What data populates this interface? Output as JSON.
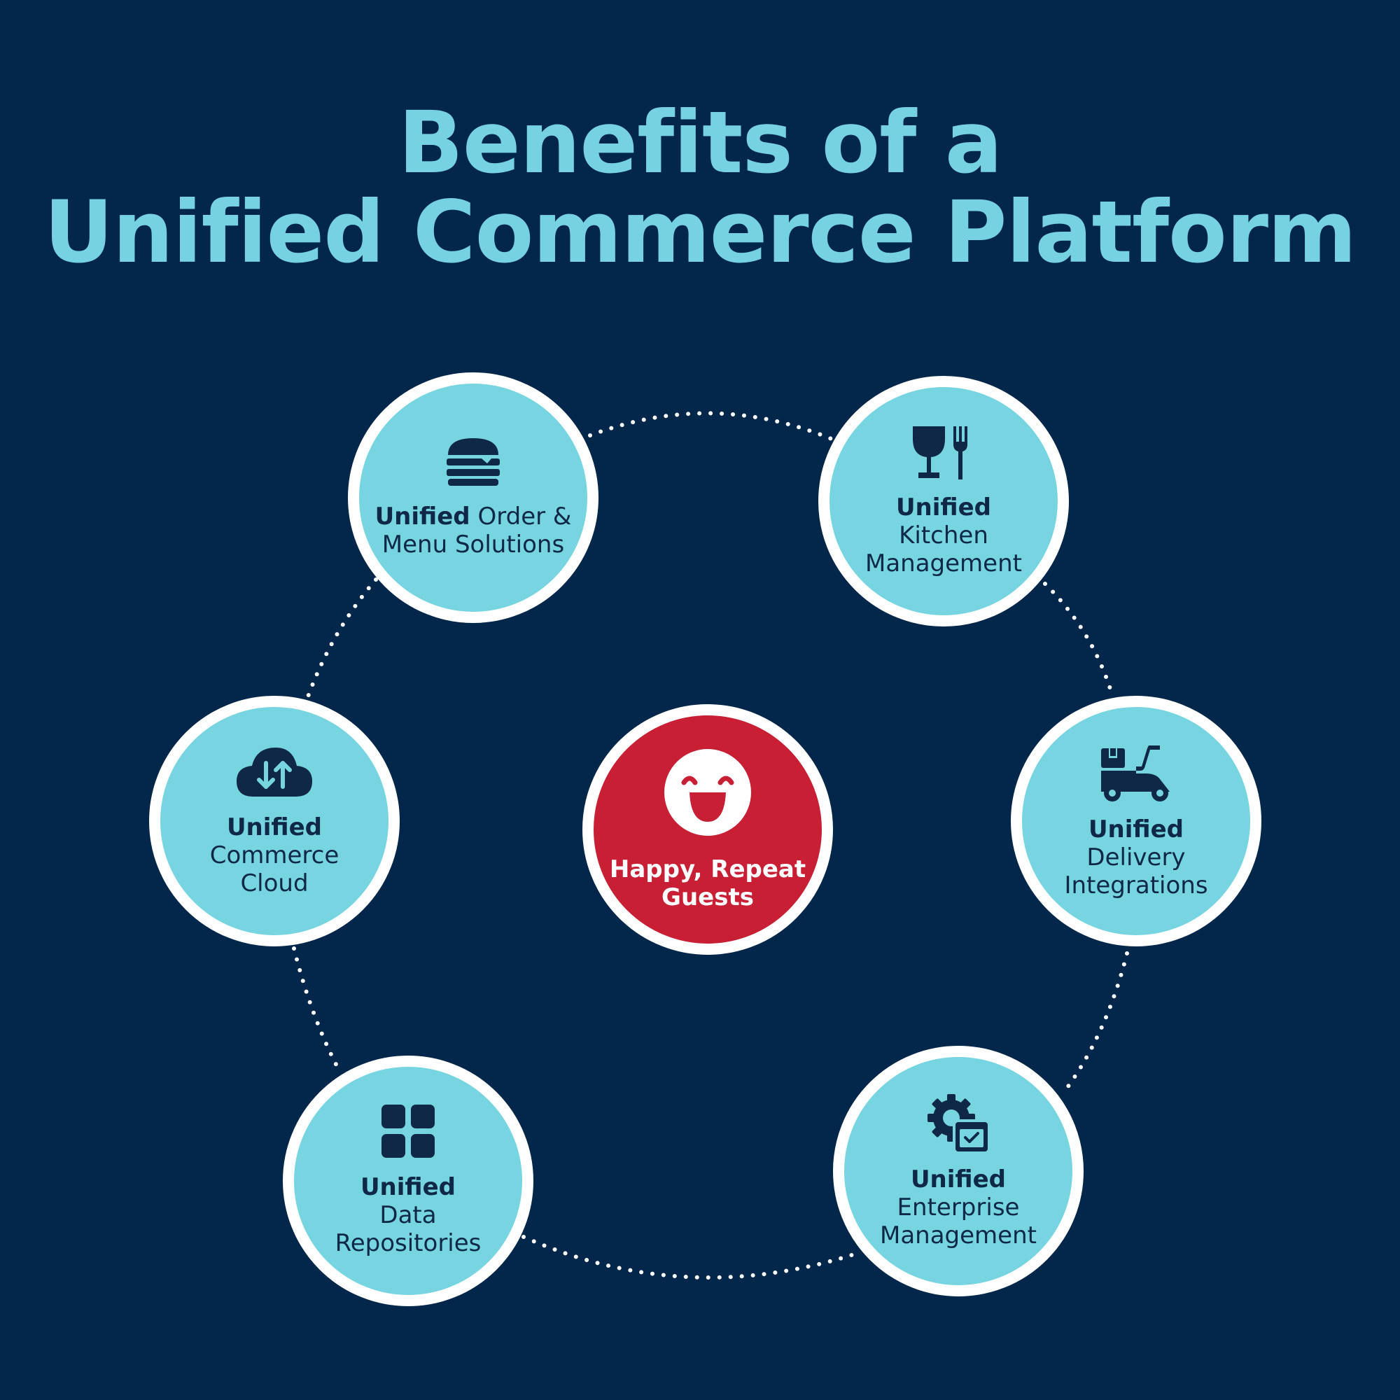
{
  "title": {
    "line1": "Benefits of a",
    "line2": "Unified Commerce Platform"
  },
  "colors": {
    "background": "#03274a",
    "title": "#76d2e0",
    "node_fill": "#76d5e1",
    "node_border": "#ffffff",
    "center_fill": "#c81f34",
    "icon": "#0f2847"
  },
  "center": {
    "icon": "smiley-face-icon",
    "line1": "Happy, Repeat",
    "line2": "Guests"
  },
  "nodes": [
    {
      "icon": "burger-icon",
      "bold": "Unified",
      "rest": " Order &",
      "line2": "Menu Solutions",
      "line3": ""
    },
    {
      "icon": "wine-glass-fork-icon",
      "bold": "Unified",
      "rest": "",
      "line2": "Kitchen",
      "line3": "Management"
    },
    {
      "icon": "scooter-icon",
      "bold": "Unified",
      "rest": "",
      "line2": "Delivery",
      "line3": "Integrations"
    },
    {
      "icon": "gear-checkbox-icon",
      "bold": "Unified",
      "rest": "",
      "line2": "Enterprise",
      "line3": "Management"
    },
    {
      "icon": "grid-squares-icon",
      "bold": "Unified",
      "rest": "",
      "line2": "Data",
      "line3": "Repositories"
    },
    {
      "icon": "cloud-sync-icon",
      "bold": "Unified",
      "rest": "",
      "line2": "Commerce",
      "line3": "Cloud"
    }
  ]
}
